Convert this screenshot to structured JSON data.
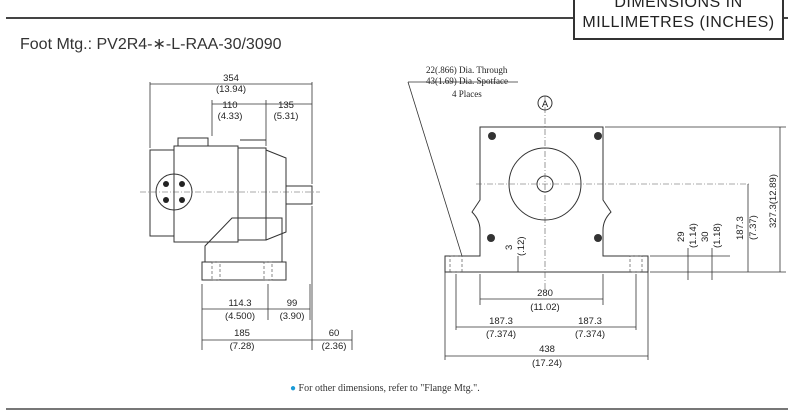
{
  "header": {
    "units_line1": "DIMENSIONS IN",
    "units_line2": "MILLIMETRES (INCHES)"
  },
  "title": "Foot Mtg.: PV2R4-∗-L-RAA-30/3090",
  "side_view": {
    "dim_overall": {
      "mm": "354",
      "in": "(13.94)"
    },
    "dim_110": {
      "mm": "110",
      "in": "(4.33)"
    },
    "dim_135": {
      "mm": "135",
      "in": "(5.31)"
    },
    "dim_114": {
      "mm": "114.3",
      "in": "(4.500)"
    },
    "dim_99": {
      "mm": "99",
      "in": "(3.90)"
    },
    "dim_185": {
      "mm": "185",
      "in": "(7.28)"
    },
    "dim_60": {
      "mm": "60",
      "in": "(2.36)"
    }
  },
  "front_view": {
    "hole_note": {
      "line1": "22(.866) Dia. Through",
      "line2": "43(1.69) Dia. Spotface",
      "line3": "4 Places"
    },
    "datum_label": "A",
    "dim_3": {
      "mm": "3",
      "in": "(.12)"
    },
    "dim_280": {
      "mm": "280",
      "in": "(11.02)"
    },
    "dim_187_left": {
      "mm": "187.3",
      "in": "(7.374)"
    },
    "dim_187_right": {
      "mm": "187.3",
      "in": "(7.374)"
    },
    "dim_438": {
      "mm": "438",
      "in": "(17.24)"
    },
    "dim_29": {
      "mm": "29",
      "in": "(1.14)"
    },
    "dim_30": {
      "mm": "30",
      "in": "(1.18)"
    },
    "dim_187_v": {
      "mm": "187.3",
      "in": "(7.37)"
    },
    "dim_327": {
      "text": "327.3(12.89)"
    }
  },
  "footnote": "For other dimensions, refer to \"Flange Mtg.\"."
}
